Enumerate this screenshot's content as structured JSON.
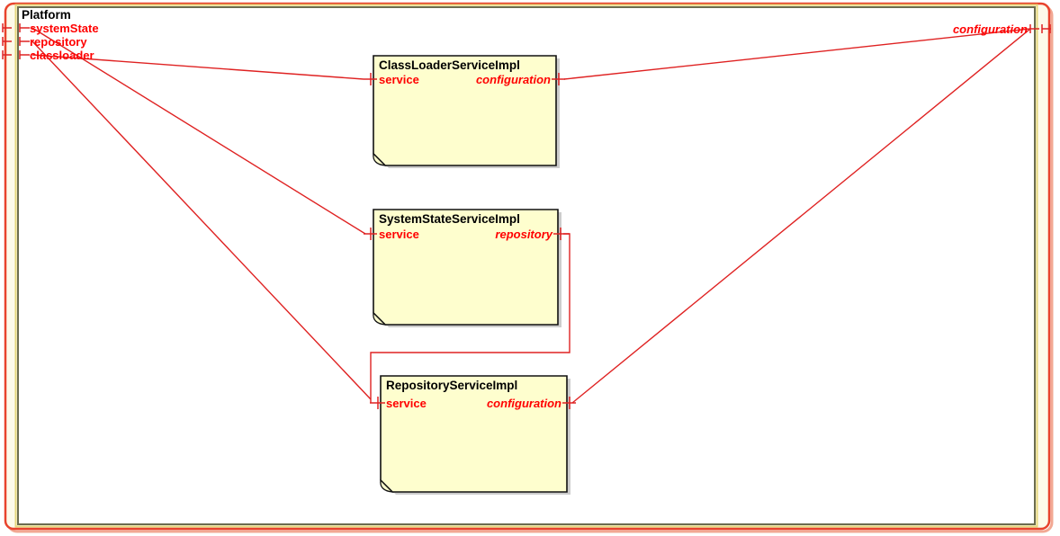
{
  "diagram": {
    "type": "uml-component-diagram",
    "frame": {
      "title": "Platform"
    },
    "frame_ports": {
      "left": [
        "systemState",
        "repository",
        "classloader"
      ],
      "right": [
        "configuration"
      ]
    },
    "components": [
      {
        "title": "ClassLoaderServiceImpl",
        "left_port": "service",
        "right_port": "configuration"
      },
      {
        "title": "SystemStateServiceImpl",
        "left_port": "service",
        "right_port": "repository"
      },
      {
        "title": "RepositoryServiceImpl",
        "left_port": "service",
        "right_port": "configuration"
      }
    ],
    "connections": [
      {
        "from": "Platform.systemState",
        "to": "SystemStateServiceImpl.service"
      },
      {
        "from": "Platform.repository",
        "to": "RepositoryServiceImpl.service"
      },
      {
        "from": "Platform.classloader",
        "to": "ClassLoaderServiceImpl.service"
      },
      {
        "from": "ClassLoaderServiceImpl.configuration",
        "to": "Platform.configuration"
      },
      {
        "from": "RepositoryServiceImpl.configuration",
        "to": "Platform.configuration"
      },
      {
        "from": "SystemStateServiceImpl.repository",
        "to": "RepositoryServiceImpl.service"
      }
    ],
    "colors": {
      "component_fill": "#FEFECE",
      "component_border": "#111111",
      "link_line": "#DF2222",
      "port_label": "#FF0000",
      "outer_frame_border": "#E8432C",
      "outer_frame_shadow": "#F2A893",
      "platform_border": "#6C6C4E",
      "platform_border_highlight": "#E5D77D",
      "box_shadow": "#BBBBBB"
    }
  }
}
